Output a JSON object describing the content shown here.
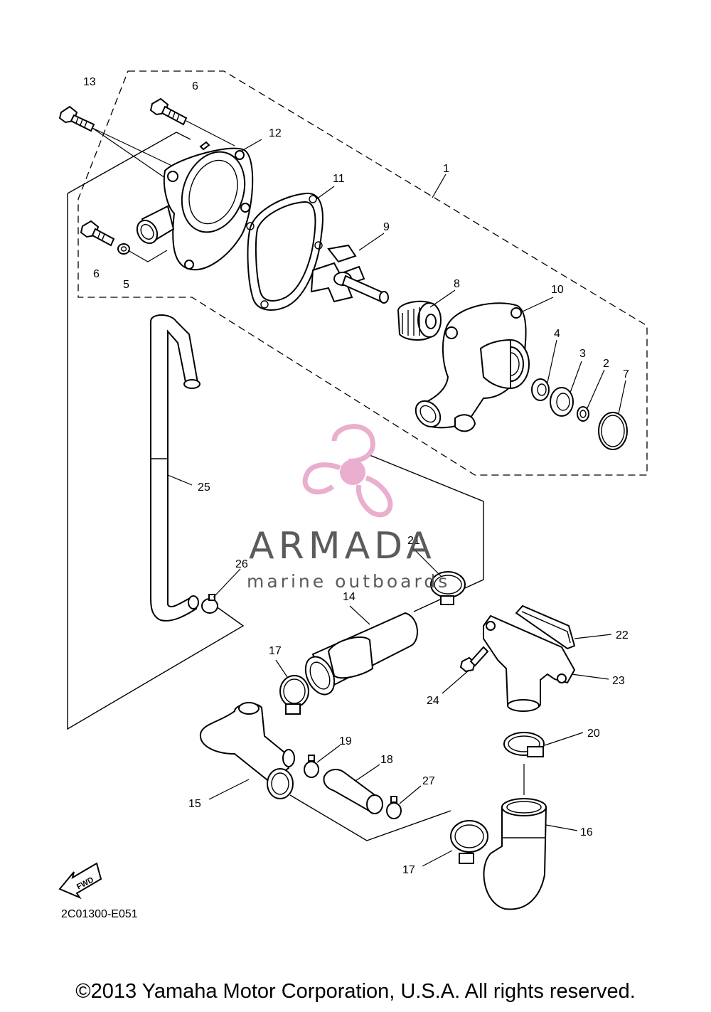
{
  "diagram": {
    "callouts": {
      "c1": "1",
      "c2": "2",
      "c3": "3",
      "c4": "4",
      "c5": "5",
      "c6a": "6",
      "c6b": "6",
      "c7": "7",
      "c8": "8",
      "c9": "9",
      "c10": "10",
      "c11": "11",
      "c12": "12",
      "c13": "13",
      "c14": "14",
      "c15": "15",
      "c16": "16",
      "c17a": "17",
      "c17b": "17",
      "c18": "18",
      "c19": "19",
      "c20": "20",
      "c21": "21",
      "c22": "22",
      "c23": "23",
      "c24": "24",
      "c25": "25",
      "c26": "26",
      "c27": "27"
    },
    "fwd_label": "FWD",
    "diagram_code": "2C01300-E051"
  },
  "watermark": {
    "brand": "ARMADA",
    "tagline": "marine outboards",
    "accent_color": "#e8a6c9"
  },
  "footer": {
    "copyright": "©2013 Yamaha Motor Corporation, U.S.A. All rights reserved."
  }
}
